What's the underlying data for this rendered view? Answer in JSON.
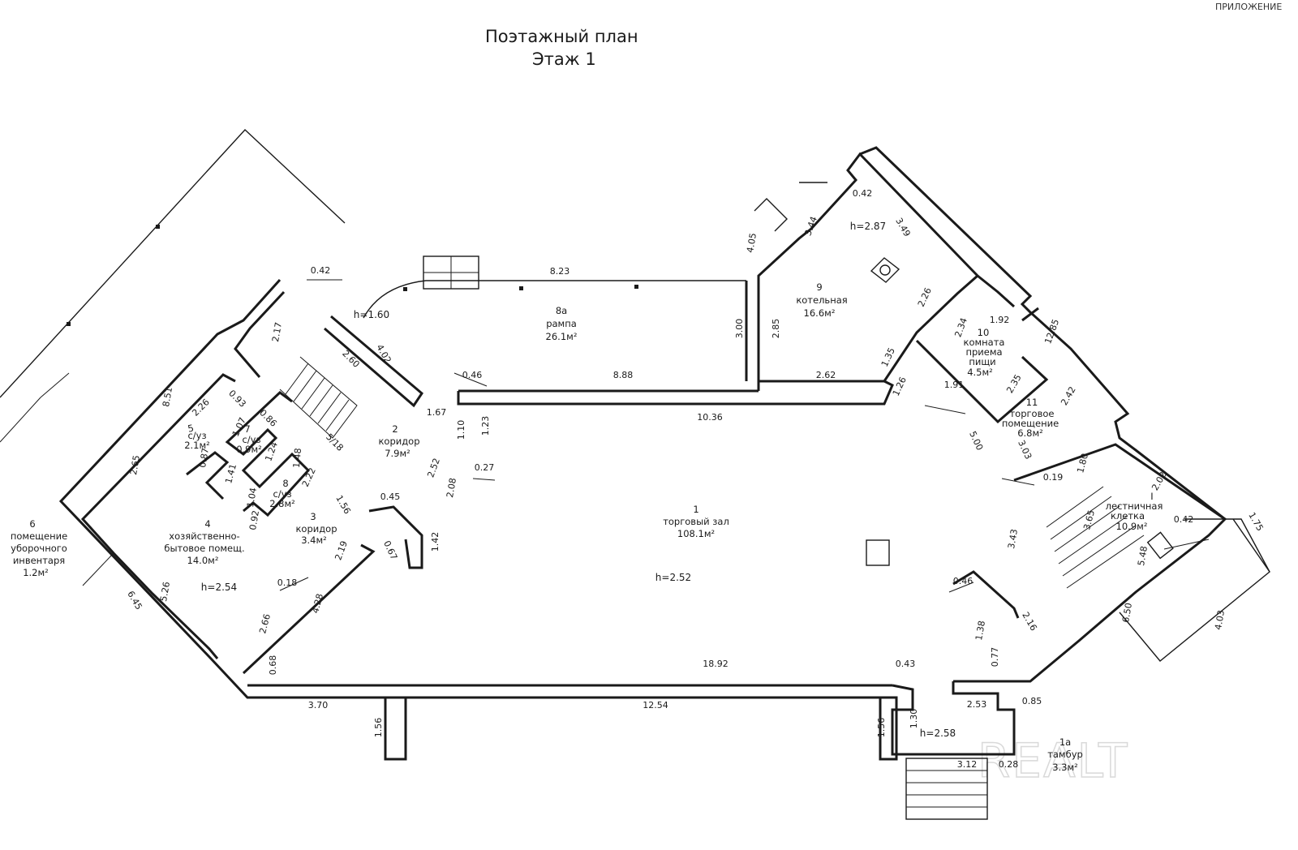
{
  "header": {
    "corner_label": "ПРИЛОЖЕНИЕ",
    "title_line1": "Поэтажный план",
    "title_line2": "Этаж 1"
  },
  "rooms": [
    {
      "id": "1",
      "name": "торговый зал",
      "area": "108.1м²",
      "height": "h=2.52"
    },
    {
      "id": "1а",
      "name": "тамбур",
      "area": "3.3м²",
      "height": "h=2.58"
    },
    {
      "id": "2",
      "name": "коридор",
      "area": "7.9м²"
    },
    {
      "id": "3",
      "name": "коридор",
      "area": "3.4м²"
    },
    {
      "id": "4",
      "name_line1": "хозяйственно-",
      "name_line2": "бытовое помещ.",
      "area": "14.0м²",
      "height": "h=2.54"
    },
    {
      "id": "5",
      "name": "с/уз",
      "area": "2.1м²"
    },
    {
      "id": "6",
      "name_line1": "помещение",
      "name_line2": "уборочного",
      "name_line3": "инвентаря",
      "area": "1.2м²"
    },
    {
      "id": "7",
      "name": "с/уз",
      "area": "0.9м²"
    },
    {
      "id": "8",
      "name": "с/уз",
      "area": "2.8м²"
    },
    {
      "id": "8а",
      "name": "рампа",
      "area": "26.1м²",
      "height": "h=1.60"
    },
    {
      "id": "9",
      "name": "котельная",
      "area": "16.6м²",
      "height": "h=2.87"
    },
    {
      "id": "10",
      "name_line1": "комната",
      "name_line2": "приема",
      "name_line3": "пищи",
      "area": "4.5м²"
    },
    {
      "id": "11",
      "name_line1": "торговое",
      "name_line2": "помещение",
      "area": "6.8м²"
    },
    {
      "id": "I",
      "name_line1": "лестничная",
      "name_line2": "клетка",
      "area": "10.9м²"
    }
  ],
  "dimensions": {
    "ramp_top": "8.23",
    "ramp_bottom": "8.88",
    "ramp_left_046": "0.46",
    "ramp_right_300": "3.00",
    "boiler_285": "2.85",
    "boiler_405": "4.05",
    "boiler_344": "3.44",
    "boiler_042": "0.42",
    "boiler_349": "3.49",
    "boiler_226": "2.26",
    "boiler_135": "1.35",
    "boiler_262": "2.62",
    "main_top": "10.36",
    "main_bottom": "18.92",
    "facade_1254": "12.54",
    "facade_370": "3.70",
    "pier_left": "1.56",
    "pier_right": "1.56",
    "r10_234": "2.34",
    "r10_192": "1.92",
    "r10_191": "1.91",
    "r10_126": "1.26",
    "e_1285": "12.85",
    "r11_235": "2.35",
    "r11_242": "2.42",
    "r11_500": "5.00",
    "r11_303": "3.03",
    "r11_180": "1.80",
    "r11_019": "0.19",
    "st_202": "2.02",
    "st_365": "3.65",
    "st_042": "0.42",
    "st_175": "1.75",
    "st_343": "3.43",
    "st_548": "5.48",
    "st_650": "6.50",
    "st_403": "4.03",
    "st_046": "0.46",
    "st_138": "1.38",
    "st_216": "2.16",
    "st_077": "0.77",
    "vest_043": "0.43",
    "vest_130": "1.30",
    "vest_253": "2.53",
    "vest_085": "0.85",
    "vest_312": "3.12",
    "vest_028": "0.28",
    "w_042": "0.42",
    "w_217": "2.17",
    "w_402": "4.02",
    "w_260": "2.60",
    "w_851": "8.51",
    "r5_226": "2.26",
    "r5_093": "0.93",
    "r5_265": "2.65",
    "r7_107": "1.07",
    "r7_086": "0.86",
    "r7_124": "1.24",
    "r8_148": "1.48",
    "r8_222": "2.22",
    "r8_104": "1.04",
    "r8_092": "0.92",
    "r4_087": "0.87",
    "r4_141": "1.41",
    "c_167": "1.67",
    "c_110": "1.10",
    "c_123": "1.23",
    "c_252": "2.52",
    "c_208": "2.08",
    "c_027": "0.27",
    "c_156": "1.56",
    "c_045": "0.45",
    "c_142": "1.42",
    "c_067": "0.67",
    "c_219": "2.19",
    "c_018": "0.18",
    "c_428": "4.28",
    "c_266": "2.66",
    "c_526": "5.26",
    "c_645": "6.45",
    "c_068": "0.68"
  },
  "stair_labels": {
    "corridor_stair": "5/18"
  },
  "watermark": "REALT"
}
